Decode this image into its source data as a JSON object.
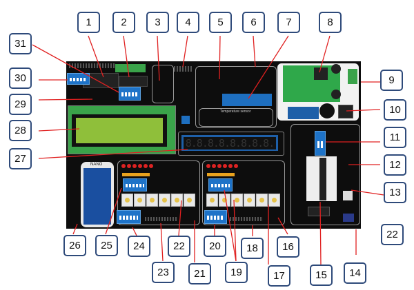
{
  "labels": [
    "1",
    "2",
    "3",
    "4",
    "5",
    "6",
    "7",
    "8",
    "9",
    "10",
    "11",
    "12",
    "13",
    "14",
    "15",
    "16",
    "17",
    "18",
    "19",
    "20",
    "21",
    "22",
    "23",
    "24",
    "25",
    "26",
    "27",
    "28",
    "29",
    "30",
    "31",
    "22"
  ],
  "seven_segment": "8.8.8.8.8.8.8.8.",
  "board_text": {
    "nano": "NANO",
    "temperature": "Temperature sensor"
  },
  "colors": {
    "board": "#0d0d0d",
    "arrow": "#e02020",
    "label_border": "#2e4a7a",
    "dip": "#1e73c8",
    "lcd": "#8fbf3a"
  }
}
